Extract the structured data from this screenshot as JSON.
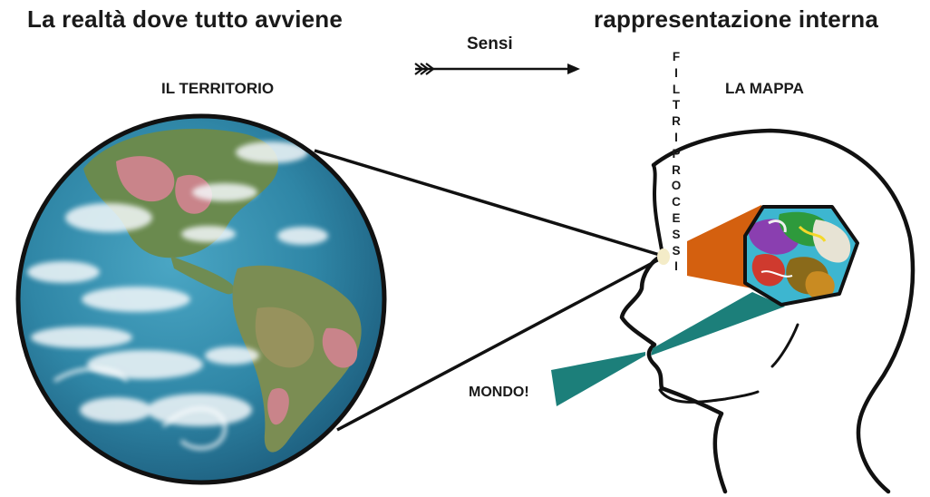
{
  "titles": {
    "left": "La realtà dove tutto avviene",
    "right": "rappresentazione interna"
  },
  "labels": {
    "territorio": "IL TERRITORIO",
    "mappa": "LA MAPPA",
    "sensi": "Sensi",
    "mondo": "MONDO!"
  },
  "vertical_text": {
    "letters": [
      "F",
      "I",
      "L",
      "T",
      "R",
      "I",
      "P",
      "R",
      "O",
      "C",
      "E",
      "S",
      "S",
      "I"
    ]
  },
  "colors": {
    "text": "#1a1a1a",
    "filter_cone": "#d4600f",
    "beam": "#1c7f7a",
    "globe_ocean": "#2e86a8",
    "outline": "#111111"
  }
}
